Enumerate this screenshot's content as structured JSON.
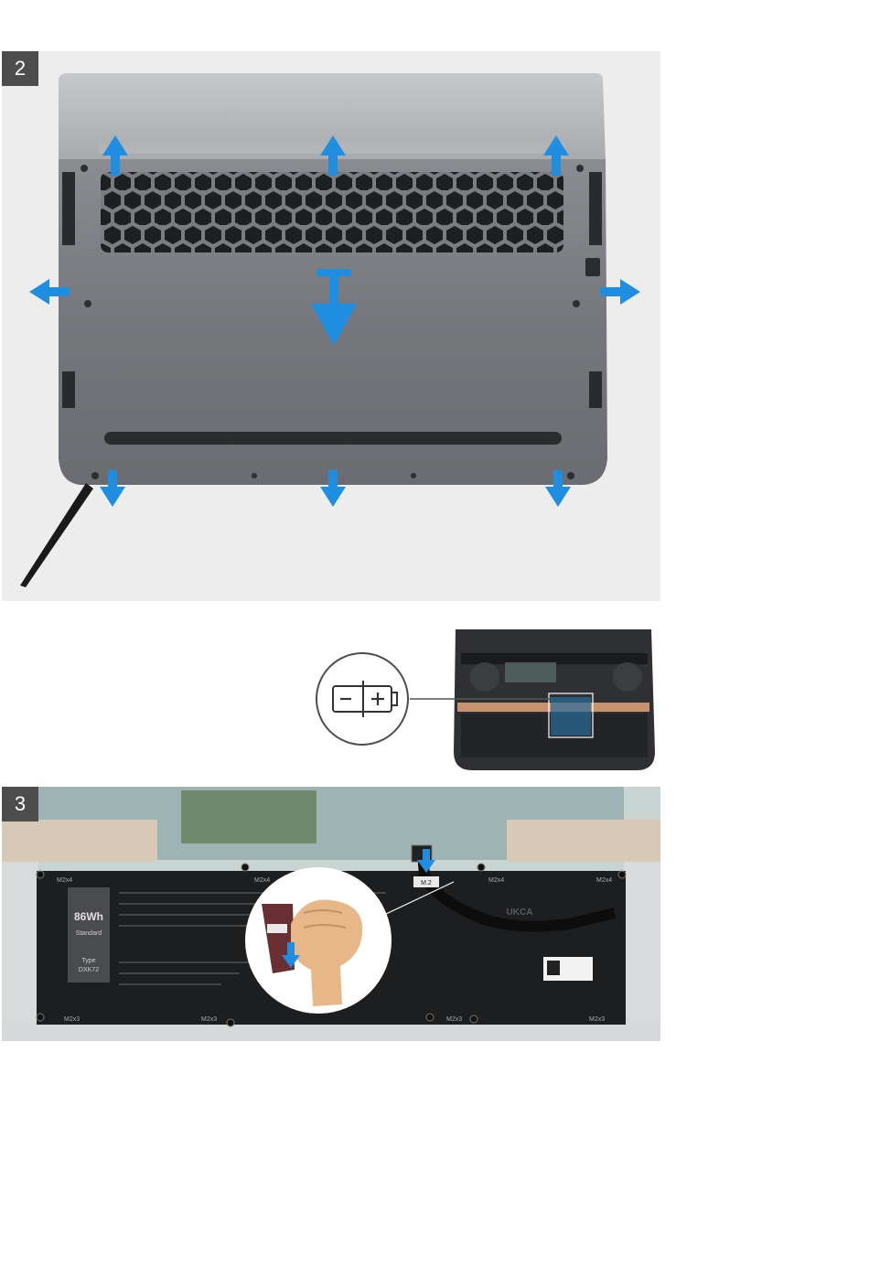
{
  "steps": [
    {
      "number": "2"
    },
    {
      "number": "3"
    }
  ],
  "battery": {
    "capacity": "86Wh",
    "lines": [
      "Standard",
      "Type"
    ],
    "type_code": "DXK72"
  },
  "callout": {
    "icon": "battery-disconnect-icon"
  },
  "screw_labels": {
    "top": [
      "M2x4",
      "M2x4",
      "M2x4",
      "M2x4"
    ],
    "bottom": [
      "M2x3",
      "M2x3",
      "M2x3",
      "M2x3"
    ]
  },
  "cable_tag": "M.2",
  "regulatory": "UKCA",
  "colors": {
    "arrow": "#1f8ee0",
    "badge": "#4d4d4d",
    "chassis": "#7b7d82"
  }
}
